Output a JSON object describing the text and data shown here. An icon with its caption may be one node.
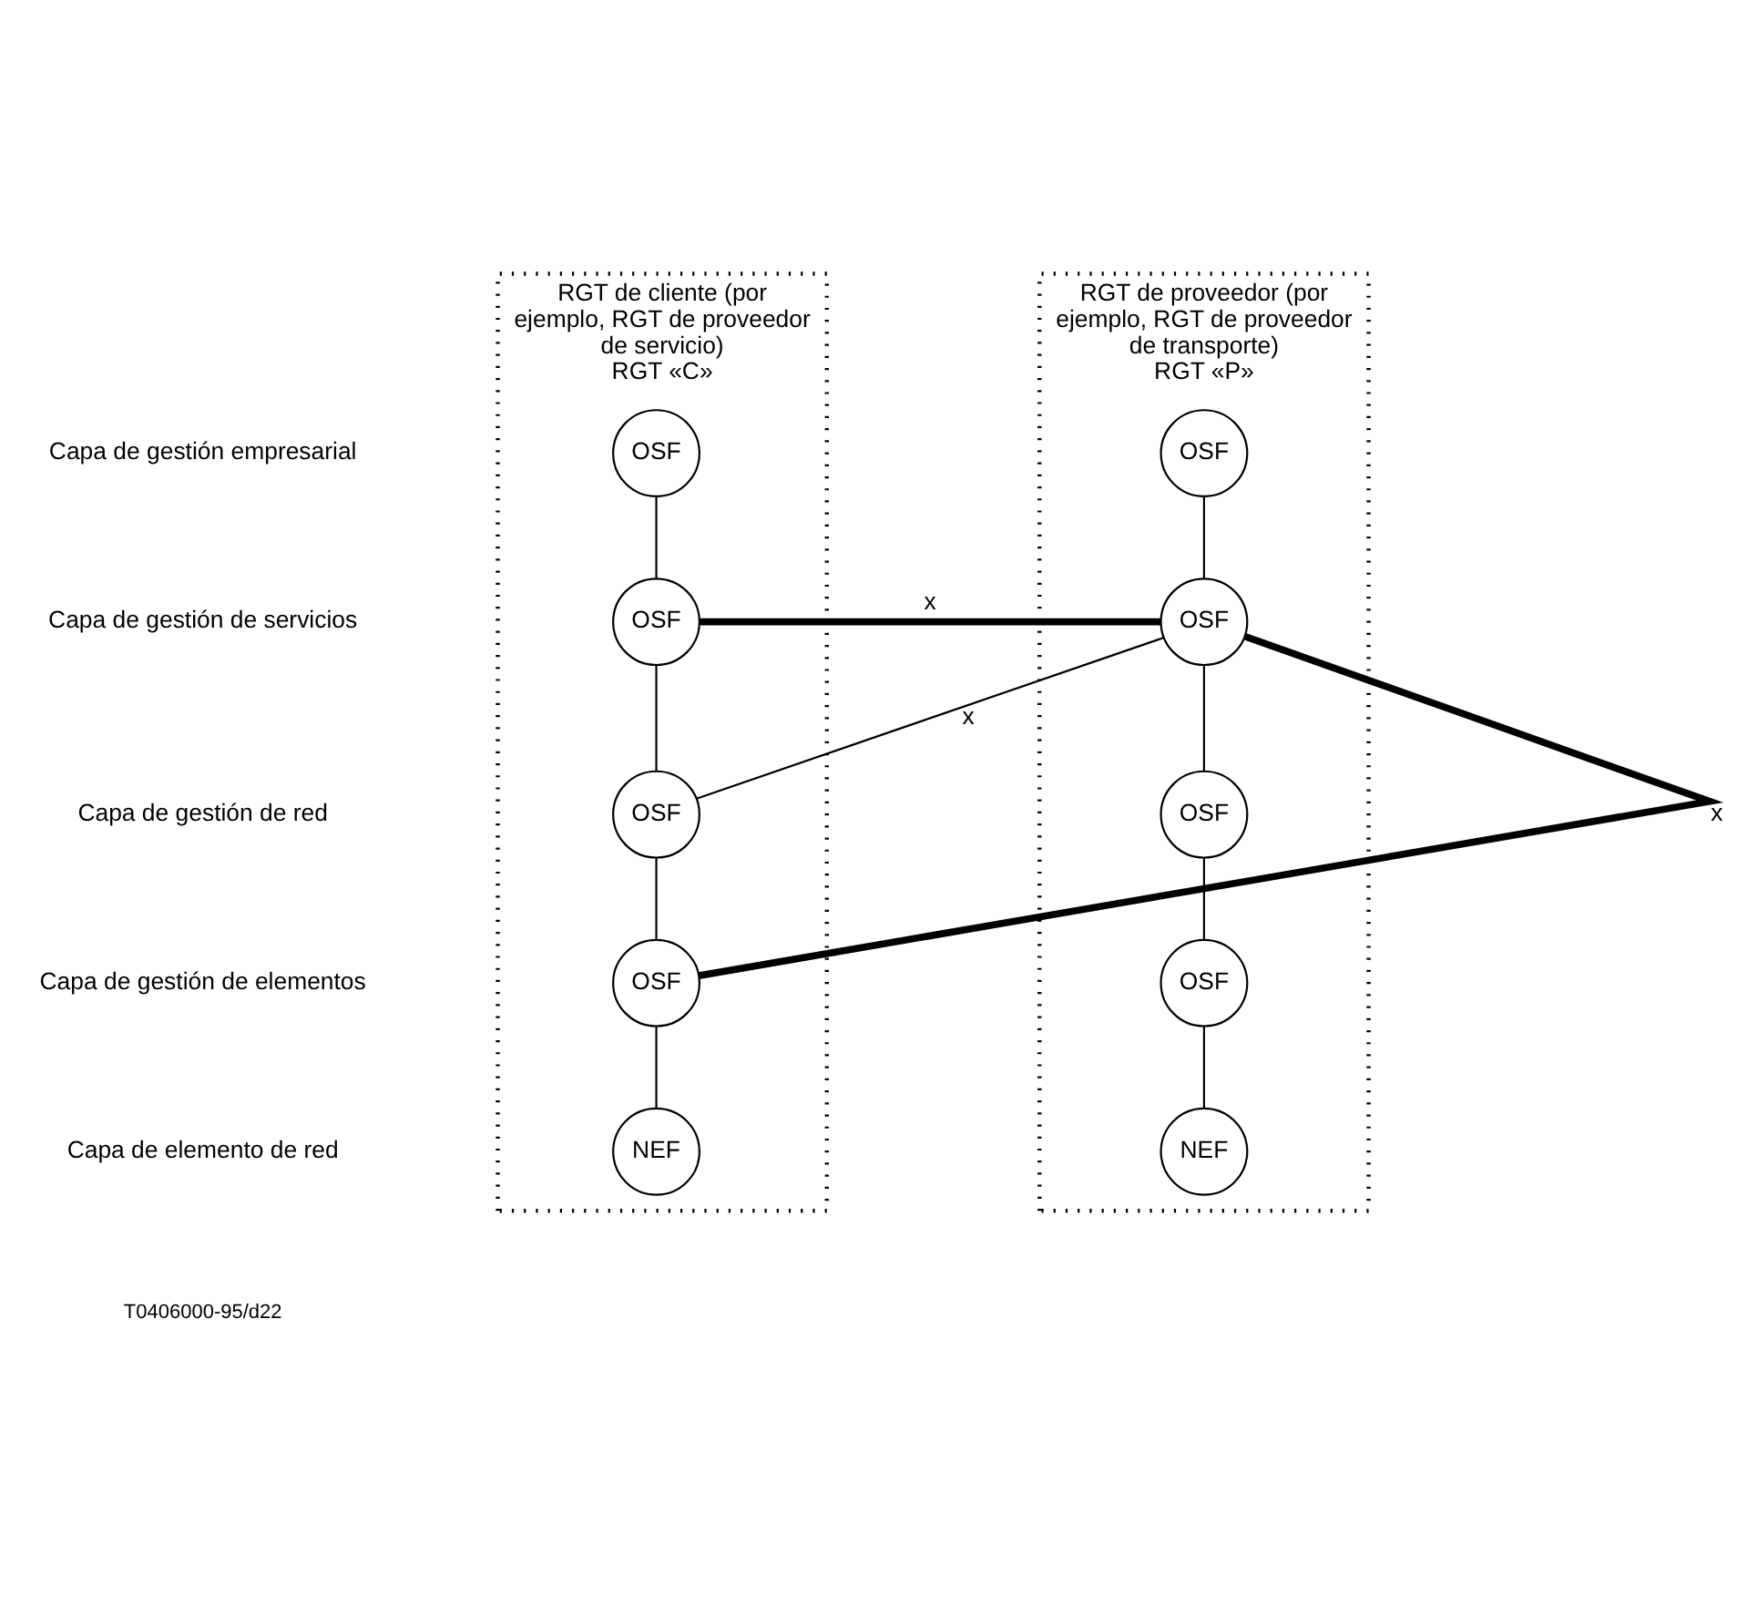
{
  "diagram": {
    "nodes": [
      {
        "text": [
          "RGT de cliente (por ejemplo, RGT de proveedor de servicio)",
          "RGT «C»"
        ]
      },
      {
        "text": [
          "OSF"
        ],
        "in": 0
      },
      {
        "text": [
          "OSF"
        ],
        "in": 0
      },
      {
        "text": [
          "OSF"
        ],
        "in": 0
      },
      {
        "text": [
          "OSF"
        ],
        "in": 0
      },
      {
        "text": [
          "NEF"
        ],
        "in": 0
      },
      {
        "text": [
          "RGT de proveedor (por ejemplo, RGT de proveedor de transporte)",
          "RGT «P»"
        ]
      },
      {
        "text": [
          "OSF"
        ],
        "in": 6
      },
      {
        "text": [
          "OSF"
        ],
        "in": 6
      },
      {
        "text": [
          "OSF"
        ],
        "in": 6
      },
      {
        "text": [
          "OSF"
        ],
        "in": 6
      },
      {
        "text": [
          "NEF"
        ],
        "in": 6
      }
    ],
    "edges": [
      {
        "from": 1,
        "to": 2,
        "arrow": "none"
      },
      {
        "from": 2,
        "to": 3,
        "arrow": "none"
      },
      {
        "from": 3,
        "to": 4,
        "arrow": "none"
      },
      {
        "from": 4,
        "to": 5,
        "arrow": "none"
      },
      {
        "from": 7,
        "to": 8,
        "arrow": "none"
      },
      {
        "from": 8,
        "to": 9,
        "arrow": "none"
      },
      {
        "from": 9,
        "to": 10,
        "arrow": "none"
      },
      {
        "from": 10,
        "to": 11,
        "arrow": "none"
      },
      {
        "from": 2,
        "to": 8,
        "arrow": "none",
        "label": "x",
        "style": "thick"
      },
      {
        "from": 3,
        "to": 8,
        "arrow": "none",
        "label": "x"
      },
      {
        "from": 4,
        "to": 8,
        "arrow": "none",
        "label": "x",
        "style": "thick"
      }
    ],
    "labels": [
      "Capa de gestión empresarial",
      "Capa de gestión de servicios",
      "Capa de gestión de red",
      "Capa de gestión de elementos",
      "Capa de elemento de red",
      "T0406000-95/d22"
    ]
  }
}
